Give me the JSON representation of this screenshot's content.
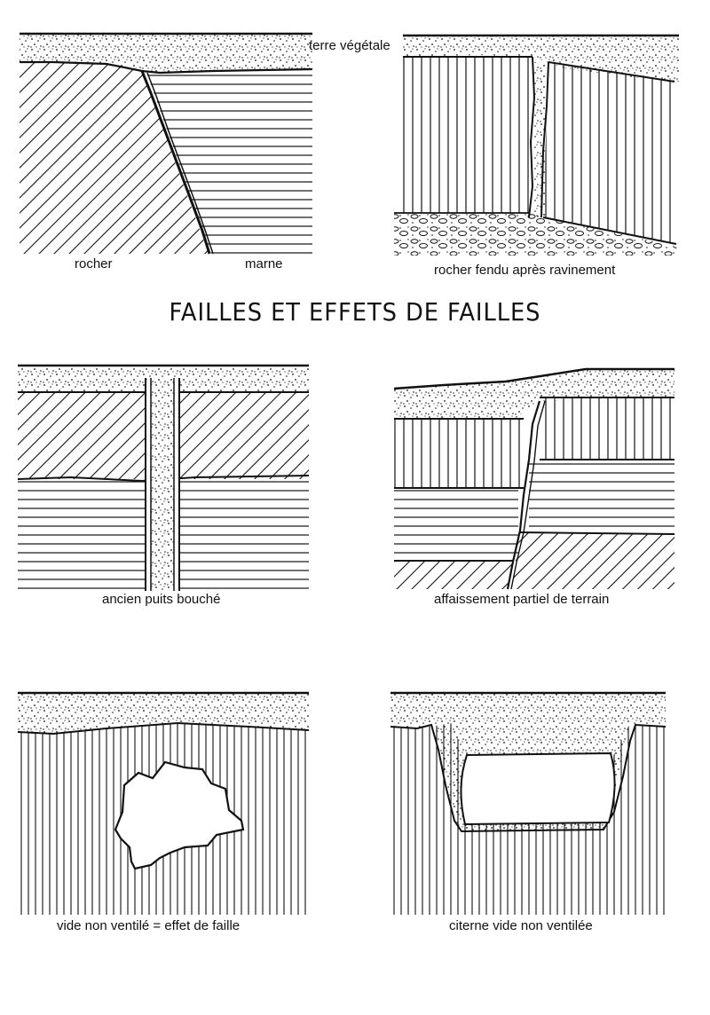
{
  "title": "FAILLES ET EFFETS DE FAILLES",
  "panels": {
    "faille_rocher_marne": {
      "label_topsoil": "terre végétale",
      "label_rock": "rocher",
      "label_marl": "marne"
    },
    "rocher_fendu": {
      "caption": "rocher fendu après ravinement"
    },
    "ancien_puits": {
      "caption": "ancien puits bouché"
    },
    "affaissement": {
      "caption": "affaissement partiel de terrain"
    },
    "vide_faille": {
      "caption": "vide non ventilé = effet de faille"
    },
    "citerne": {
      "caption": "citerne vide non ventilée"
    }
  },
  "colors": {
    "ink": "#111111",
    "paper": "#ffffff"
  }
}
